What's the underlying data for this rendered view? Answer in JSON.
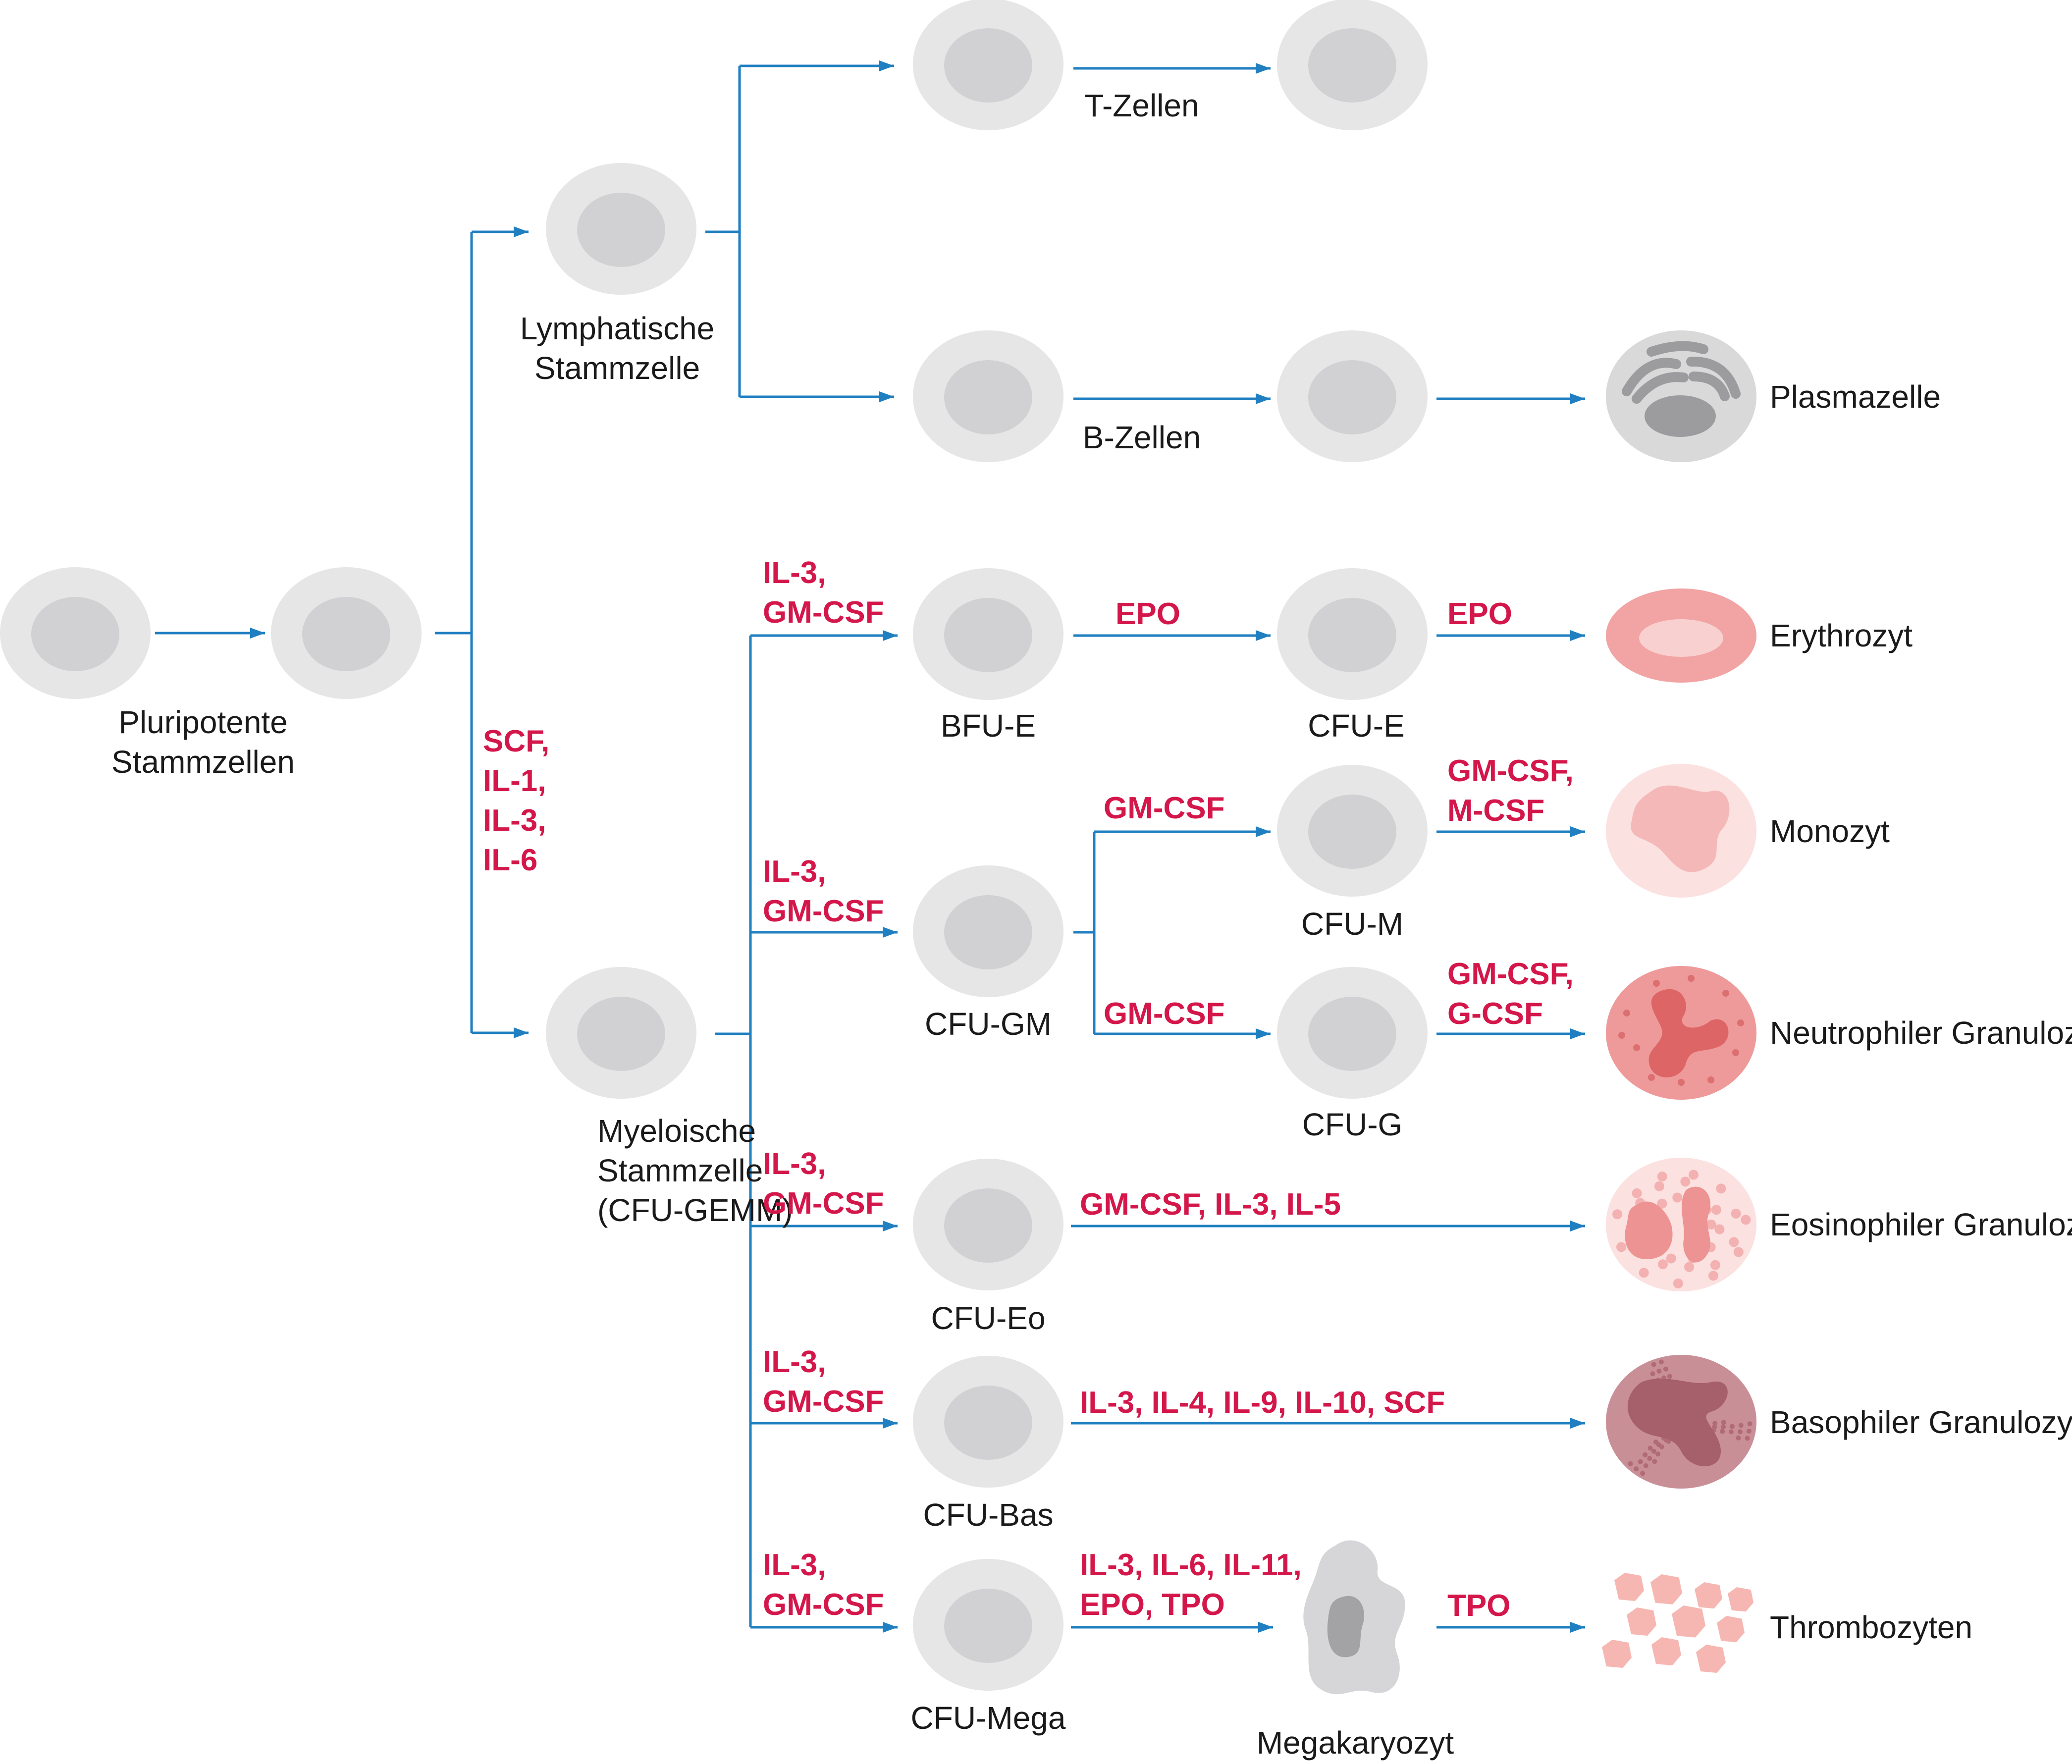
{
  "colors": {
    "edge": "#1f7fc1",
    "factor_text": "#d4174a",
    "label_text": "#1a1a1a",
    "cell_outer": "#e6e6e7",
    "cell_inner": "#d1d1d3"
  },
  "nodes": {
    "stem1": {
      "label": [
        "Pluripotente",
        "Stammzellen"
      ]
    },
    "stem2": {
      "label": []
    },
    "lymph": {
      "label": [
        "Lymphatische",
        "Stammzelle"
      ]
    },
    "myelo": {
      "label": [
        "Myeloische",
        "Stammzelle",
        "(CFU-GEMM)"
      ]
    },
    "t1": {
      "label": []
    },
    "t2": {
      "label": []
    },
    "b1": {
      "label": []
    },
    "b2": {
      "label": []
    },
    "plasma": {
      "label": [
        "Plasmazelle"
      ]
    },
    "bfue": {
      "label": [
        "BFU-E"
      ]
    },
    "cfue": {
      "label": [
        "CFU-E"
      ]
    },
    "ery": {
      "label": [
        "Erythrozyt"
      ]
    },
    "cfugm": {
      "label": [
        "CFU-GM"
      ]
    },
    "cfum": {
      "label": [
        "CFU-M"
      ]
    },
    "mono": {
      "label": [
        "Monozyt"
      ]
    },
    "cfug": {
      "label": [
        "CFU-G"
      ]
    },
    "neutro": {
      "label": [
        "Neutrophiler Granulozyt"
      ]
    },
    "cfueo": {
      "label": [
        "CFU-Eo"
      ]
    },
    "eos": {
      "label": [
        "Eosinophiler Granulozyt"
      ]
    },
    "cfubas": {
      "label": [
        "CFU-Bas"
      ]
    },
    "baso": {
      "label": [
        "Basophiler Granulozyt"
      ]
    },
    "cfumega": {
      "label": [
        "CFU-Mega"
      ]
    },
    "mega": {
      "label": [
        "Megakaryozyt"
      ]
    },
    "thrombo": {
      "label": [
        "Thrombozyten"
      ]
    }
  },
  "edge_labels": {
    "t_cells": "T-Zellen",
    "b_cells": "B-Zellen"
  },
  "factors": {
    "scf": [
      "SCF,",
      "IL-1,",
      "IL-3,",
      "IL-6"
    ],
    "to_bfue": [
      "IL-3,",
      "GM-CSF"
    ],
    "bfue_cfue": [
      "EPO"
    ],
    "cfue_ery": [
      "EPO"
    ],
    "to_cfugm": [
      "IL-3,",
      "GM-CSF"
    ],
    "gm_m": [
      "GM-CSF"
    ],
    "m_mono": [
      "GM-CSF,",
      "M-CSF"
    ],
    "gm_g": [
      "GM-CSF"
    ],
    "g_neutro": [
      "GM-CSF,",
      "G-CSF"
    ],
    "to_cfueo": [
      "IL-3,",
      "GM-CSF"
    ],
    "eo_eos": [
      "GM-CSF, IL-3, IL-5"
    ],
    "to_cfubas": [
      "IL-3,",
      "GM-CSF"
    ],
    "bas_baso": [
      "IL-3, IL-4, IL-9, IL-10, SCF"
    ],
    "to_cfumega": [
      "IL-3,",
      "GM-CSF"
    ],
    "mega_mega": [
      "IL-3, IL-6, IL-11,",
      "EPO, TPO"
    ],
    "mega_thrombo": [
      "TPO"
    ]
  }
}
